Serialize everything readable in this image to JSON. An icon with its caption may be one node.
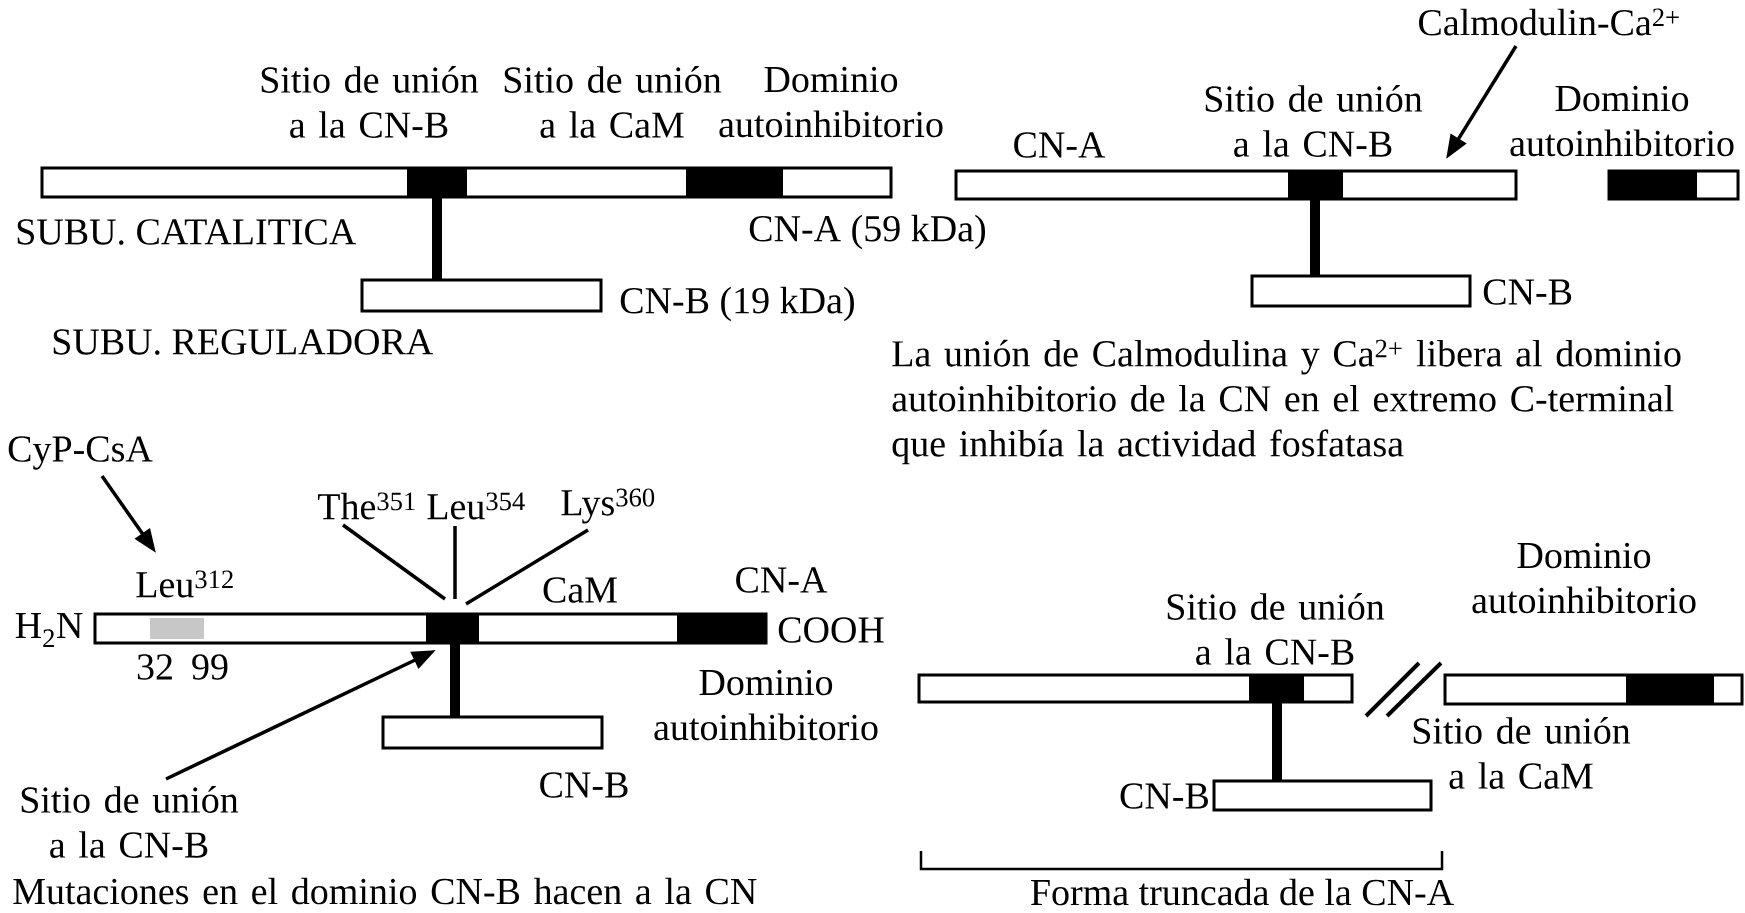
{
  "diagram": {
    "nodes": [
      {
        "text": [],
        "shape": "bar",
        "beside": [
          "CN-A (59 kDa)"
        ]
      },
      {
        "text": [],
        "shape": "bar",
        "beside": [
          "CN-B (19 kDa)"
        ]
      },
      {
        "text": [
          "Calmodulin-Ca$^{2+}$"
        ]
      },
      {
        "text": [],
        "shape": "bar",
        "beside": [
          "CN-A"
        ]
      },
      {
        "text": [],
        "shape": "bar"
      },
      {
        "text": [],
        "shape": "bar",
        "beside": [
          "CN-B"
        ]
      },
      {
        "text": [
          "CyP-CsA"
        ]
      },
      {
        "text": [
          "The$^{351}$"
        ]
      },
      {
        "text": [
          "Leu$^{354}$"
        ]
      },
      {
        "text": [
          "Lys$^{360}$"
        ]
      },
      {
        "text": [
          "Leu$^{312}$"
        ]
      },
      {
        "text": [],
        "shape": "bar",
        "beside": [
          "H$_{2}$N",
          "COOH"
        ]
      },
      {
        "text": [],
        "shape": "bar",
        "beside": [
          "CN-B"
        ]
      },
      {
        "text": [
          "Sitio de unión a la CN-B"
        ]
      },
      {
        "text": [],
        "shape": "bar"
      },
      {
        "text": [],
        "shape": "bar"
      },
      {
        "text": [],
        "shape": "bar",
        "beside": [
          "CN-B"
        ]
      }
    ],
    "edges": [
      {
        "from": 0,
        "to": 1,
        "arrow": "none",
        "style": "thick"
      },
      {
        "from": 2,
        "to": 3,
        "arrow": "to"
      },
      {
        "from": 3,
        "to": 5,
        "arrow": "none",
        "style": "thick"
      },
      {
        "from": 6,
        "to": 10,
        "arrow": "to"
      },
      {
        "from": 7,
        "to": 11,
        "arrow": "none"
      },
      {
        "from": 8,
        "to": 11,
        "arrow": "none"
      },
      {
        "from": 9,
        "to": 11,
        "arrow": "none"
      },
      {
        "from": 13,
        "to": 11,
        "arrow": "to"
      },
      {
        "from": 11,
        "to": 12,
        "arrow": "none",
        "style": "thick"
      },
      {
        "from": 14,
        "to": 16,
        "arrow": "none",
        "style": "thick"
      }
    ],
    "labels": [
      "Sitio de unión a la CN-B",
      "Sitio de unión a la CaM",
      "Dominio autoinhibitorio",
      "SUBU. CATALITICA",
      "SUBU. REGULADORA",
      "Sitio de unión a la CN-B",
      "Dominio autoinhibitorio",
      "La unión de Calmodulina y Ca$^{2+}$ libera al dominio autoinhibitorio de la CN en el extremo C-terminal que inhibía la actividad fosfatasa",
      "CaM",
      "CN-A",
      "32",
      "99",
      "Dominio autoinhibitorio",
      "Mutaciones en el dominio CN-B hacen a la CN",
      "Dominio autoinhibitorio",
      "Sitio de unión a la CN-B",
      "Sitio de unión a la CaM",
      "Forma truncada de la CN-A"
    ]
  }
}
